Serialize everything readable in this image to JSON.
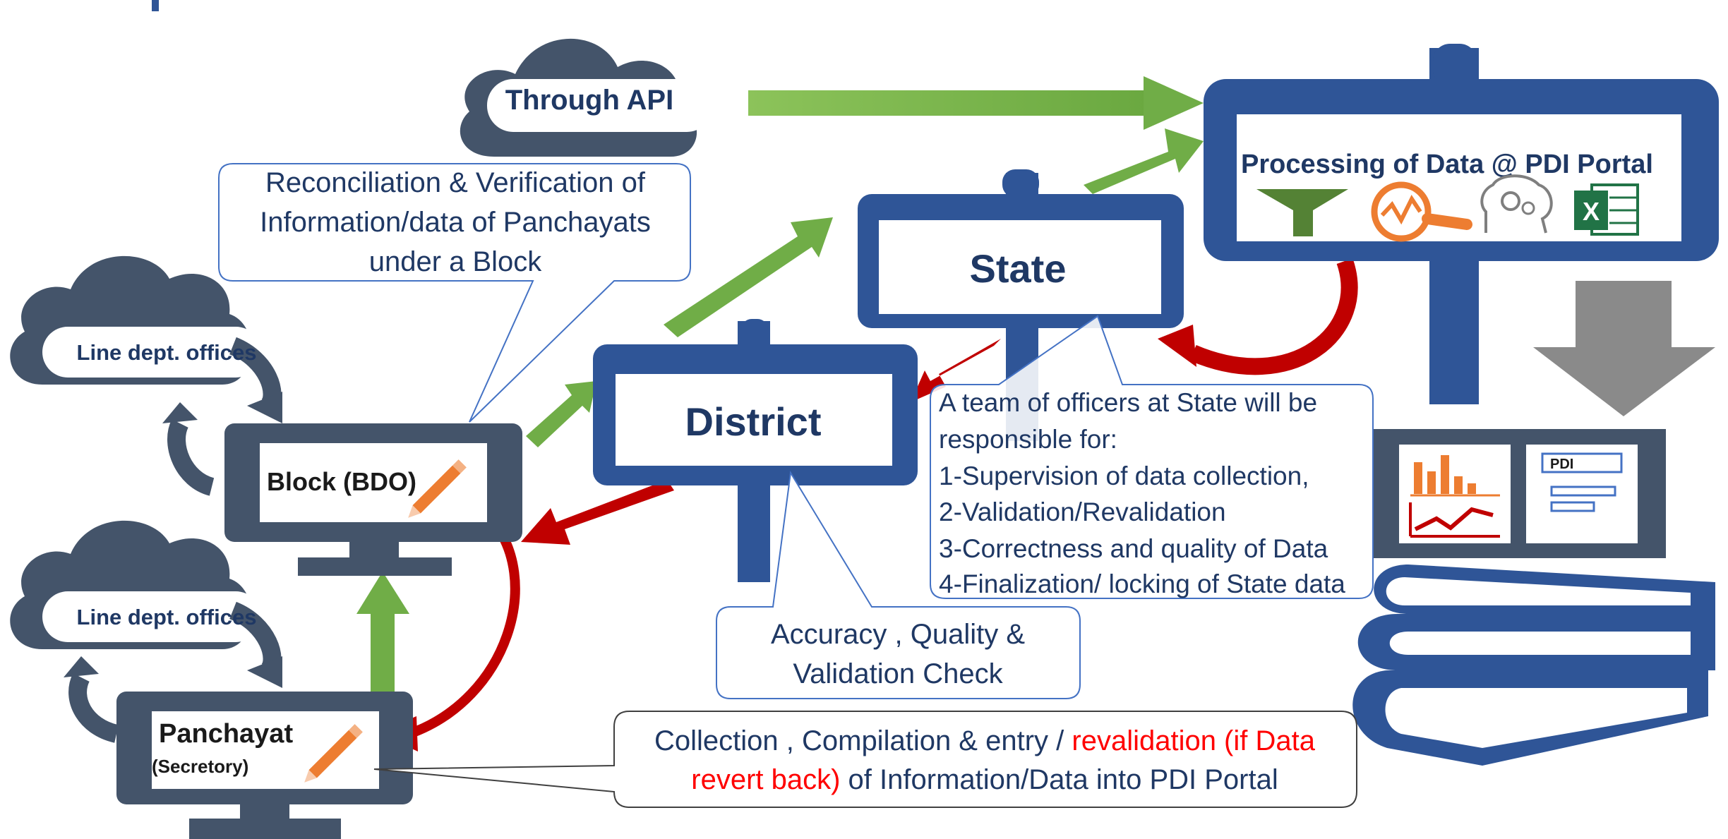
{
  "nodes": {
    "api_cloud": "Through API",
    "line_dept_top": "Line dept. offices",
    "line_dept_bottom": "Line dept. offices",
    "block": "Block (BDO)",
    "panchayat": "Panchayat",
    "panchayat_sub": "(Secretory)",
    "district": "District",
    "state": "State",
    "portal": "Processing of Data @ PDI Portal",
    "report_label": "PDI"
  },
  "callouts": {
    "block_callout": [
      "Reconciliation & Verification of",
      "Information/data of Panchayats",
      "under a Block"
    ],
    "district_callout": [
      "Accuracy , Quality &",
      "Validation Check"
    ],
    "state_callout": [
      "A team of officers at State will be",
      "responsible for:",
      "1-Supervision of data collection,",
      "2-Validation/Revalidation",
      "3-Correctness and quality  of Data",
      "4-Finalization/ locking of  State data"
    ],
    "panchayat_callout": {
      "line1_normal": "Collection , Compilation  & entry / ",
      "line1_red": "revalidation (if Data",
      "line2_red": "revert back)",
      "line2_normal": " of Information/Data into PDI Portal"
    }
  },
  "icons": [
    "filter-icon",
    "analytics-magnifier-icon",
    "brain-gear-icon",
    "excel-icon",
    "pencil-icon",
    "bar-chart-icon",
    "book-stack-icon",
    "down-arrow-icon"
  ],
  "colors": {
    "navy": "#2f5597",
    "slate": "#44546a",
    "title_text": "#1f3864",
    "green_arrow": "#70ad47",
    "red_arrow": "#c00000",
    "callout_border": "#4472c4",
    "orange": "#ed7d31",
    "excel_green": "#217346",
    "red_text": "#ff0000"
  }
}
